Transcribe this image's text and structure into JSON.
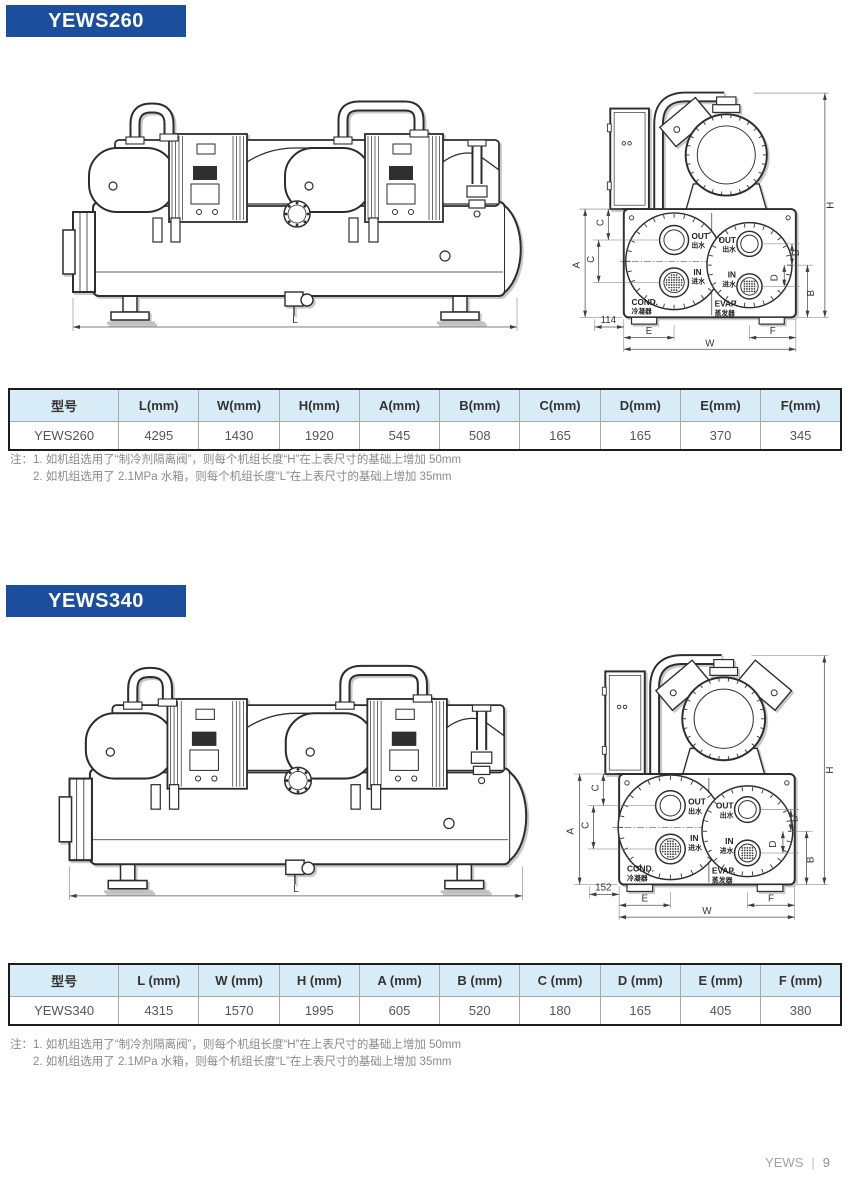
{
  "sections": [
    {
      "title": "YEWS260",
      "drawing": {
        "length_dim": "L",
        "width_dim": "W",
        "height_dim": "H",
        "dim_a": "A",
        "dim_b": "B",
        "dim_c": "C",
        "dim_d": "D",
        "dim_e": "E",
        "dim_f": "F",
        "offset_dim": "114",
        "condenser_label": "COND.",
        "condenser_label_cn": "冷凝器",
        "evaporator_label": "EVAP.",
        "evaporator_label_cn": "蒸发器",
        "outlet_label": "OUT",
        "outlet_label_cn": "出水",
        "inlet_label": "IN",
        "inlet_label_cn": "进水"
      },
      "table": {
        "columns": [
          "型号",
          "L(mm)",
          "W(mm)",
          "H(mm)",
          "A(mm)",
          "B(mm)",
          "C(mm)",
          "D(mm)",
          "E(mm)",
          "F(mm)"
        ],
        "rows": [
          [
            "YEWS260",
            "4295",
            "1430",
            "1920",
            "545",
            "508",
            "165",
            "165",
            "370",
            "345"
          ]
        ]
      },
      "notes": [
        "注：1. 如机组选用了“制冷剂隔离阀”，则每个机组长度“H”在上表尺寸的基础上增加 50mm",
        "2. 如机组选用了 2.1MPa 水箱，则每个机组长度“L”在上表尺寸的基础上增加 35mm"
      ]
    },
    {
      "title": "YEWS340",
      "drawing": {
        "length_dim": "L",
        "width_dim": "W",
        "height_dim": "H",
        "dim_a": "A",
        "dim_b": "B",
        "dim_c": "C",
        "dim_d": "D",
        "dim_e": "E",
        "dim_f": "F",
        "offset_dim": "152",
        "condenser_label": "COND.",
        "condenser_label_cn": "冷凝器",
        "evaporator_label": "EVAP.",
        "evaporator_label_cn": "蒸发器",
        "outlet_label": "OUT",
        "outlet_label_cn": "出水",
        "inlet_label": "IN",
        "inlet_label_cn": "进水"
      },
      "table": {
        "columns": [
          "型号",
          "L (mm)",
          "W (mm)",
          "H (mm)",
          "A (mm)",
          "B (mm)",
          "C (mm)",
          "D (mm)",
          "E (mm)",
          "F (mm)"
        ],
        "rows": [
          [
            "YEWS340",
            "4315",
            "1570",
            "1995",
            "605",
            "520",
            "180",
            "165",
            "405",
            "380"
          ]
        ]
      },
      "notes": [
        "注：1. 如机组选用了“制冷剂隔离阀”，则每个机组长度“H”在上表尺寸的基础上增加 50mm",
        "2. 如机组选用了 2.1MPa 水箱，则每个机组长度“L”在上表尺寸的基础上增加 35mm"
      ]
    }
  ],
  "footer": {
    "brand": "YEWS",
    "separator": "|",
    "page_number": "9"
  }
}
